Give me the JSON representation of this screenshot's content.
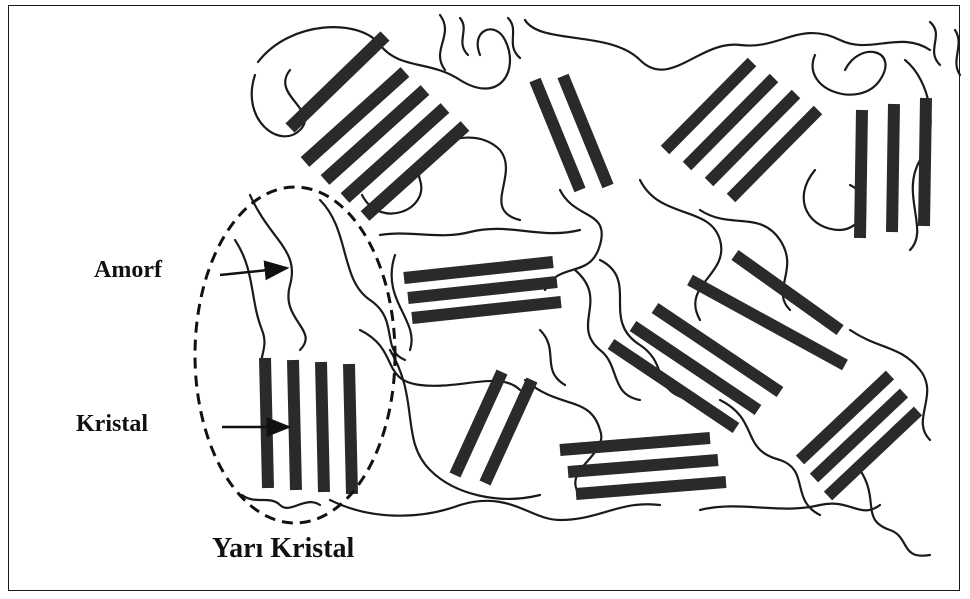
{
  "labels": {
    "amorphous": "Amorf",
    "crystal": "Kristal",
    "semi_crystalline": "Yarı Kristal"
  },
  "colors": {
    "ink": "#1a1a1a",
    "lamella": "#2a2a2a",
    "background": "#ffffff"
  }
}
